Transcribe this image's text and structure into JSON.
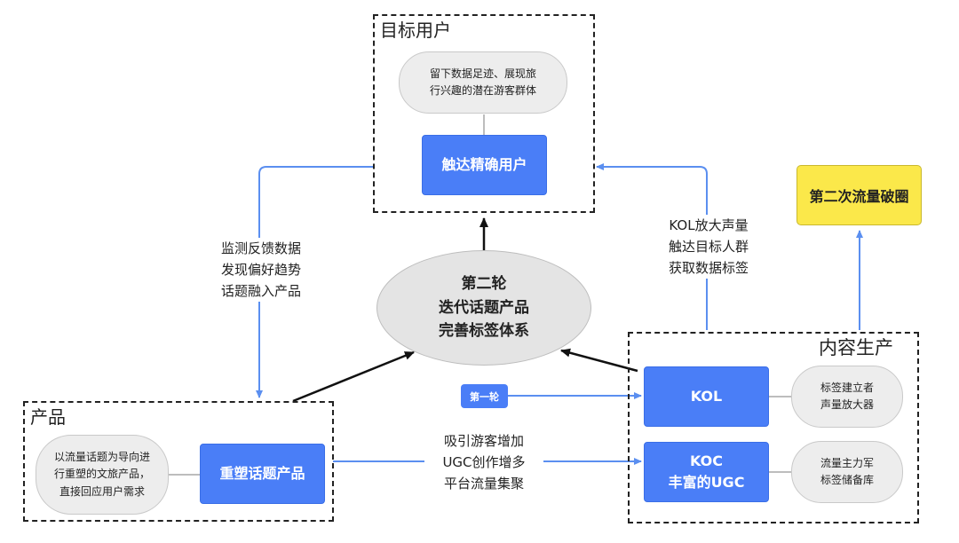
{
  "groups": {
    "target_users": "目标用户",
    "content_production": "内容生产",
    "product": "产品"
  },
  "nodes": {
    "reach_users": "触达精确用户",
    "tourist_group": "留下数据足迹、展现旅\n行兴趣的潜在游客群体",
    "second_round": "第二轮\n迭代话题产品\n完善标签体系",
    "breakout": "第二次流量破圈",
    "kol": "KOL",
    "kol_desc": "标签建立者\n声量放大器",
    "koc": "KOC\n丰富的UGC",
    "koc_desc": "流量主力军\n标签储备库",
    "reshape_product": "重塑话题产品",
    "product_desc": "以流量话题为导向进\n行重塑的文旅产品，\n直接回应用户需求",
    "first_round": "第一轮"
  },
  "edge_labels": {
    "monitor": "监测反馈数据\n发现偏好趋势\n话题融入产品",
    "kol_amplify": "KOL放大声量\n触达目标人群\n获取数据标签",
    "attract": "吸引游客增加\nUGC创作增多\n平台流量集聚"
  },
  "colors": {
    "primary_blue": "#4a7ef7",
    "connector_blue": "#5b8ff0",
    "highlight_yellow": "#fbe84a",
    "pill_gray": "#ededed"
  }
}
